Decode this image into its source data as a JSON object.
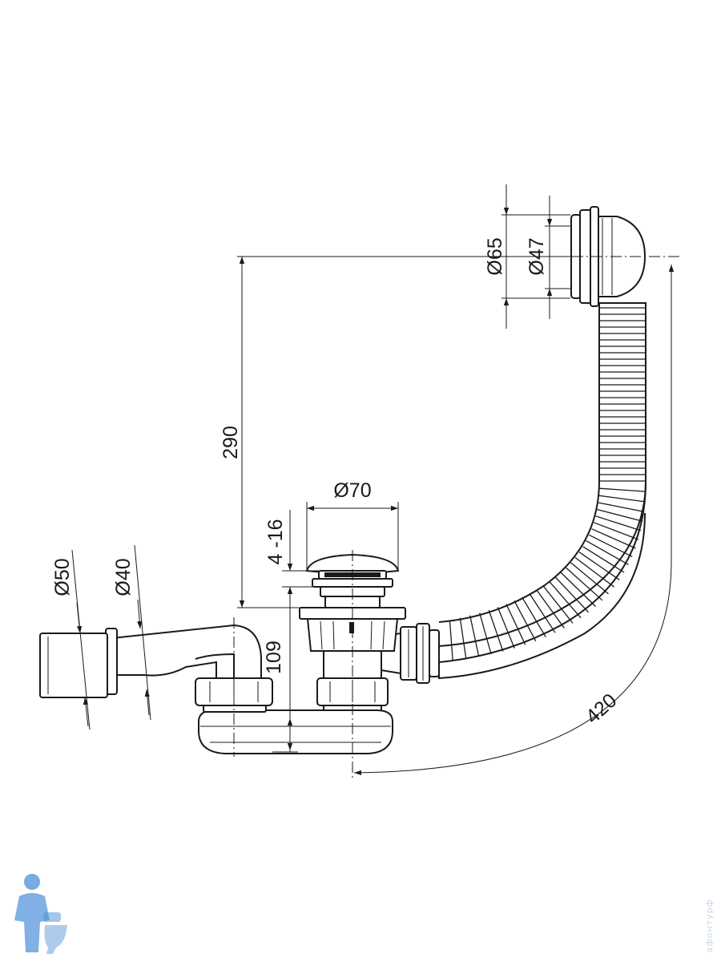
{
  "dimensions": {
    "overflow_outer_diameter": "Ø65",
    "overflow_inner_diameter": "Ø47",
    "overflow_height": "290",
    "plug_diameter": "Ø70",
    "plug_range": "4 -16",
    "siphon_height": "109",
    "outlet_outer_diameter": "Ø50",
    "outlet_inner_diameter": "Ø40",
    "hose_length": "420"
  },
  "watermark": "афонтурф",
  "colors": {
    "line": "#1a1a1a",
    "logo": "#4a8fd8",
    "watermark": "#c9d7ea"
  },
  "icons": {
    "logo": "plumber-mascot-icon"
  }
}
